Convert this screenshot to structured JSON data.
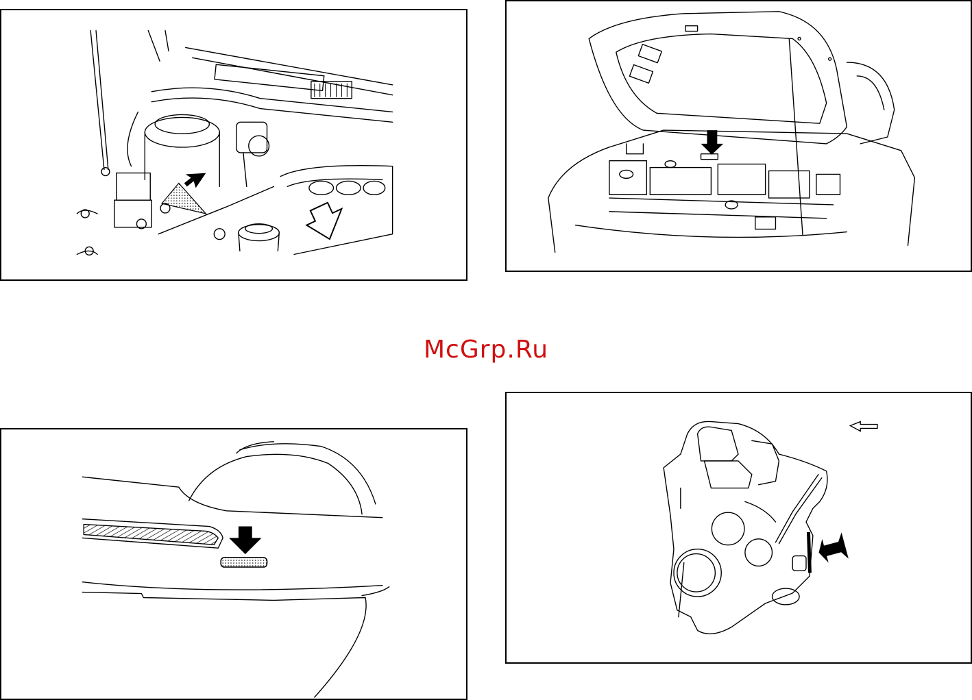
{
  "watermark": {
    "text": "McGrp.Ru",
    "color": "#d01010"
  },
  "figures": [
    {
      "id": "engine-bay-closeup",
      "icons": [
        "solid-arrow-icon",
        "hollow-arrow-icon"
      ]
    },
    {
      "id": "open-hood-front-view",
      "icons": [
        "solid-arrow-icon"
      ]
    },
    {
      "id": "windshield-cowl-view",
      "icons": [
        "solid-arrow-icon"
      ]
    },
    {
      "id": "engine-block-view",
      "icons": [
        "solid-arrow-icon",
        "hollow-direction-arrow-icon"
      ]
    }
  ],
  "colors": {
    "line": "#000000",
    "background": "#ffffff",
    "stipple": "#000000"
  }
}
